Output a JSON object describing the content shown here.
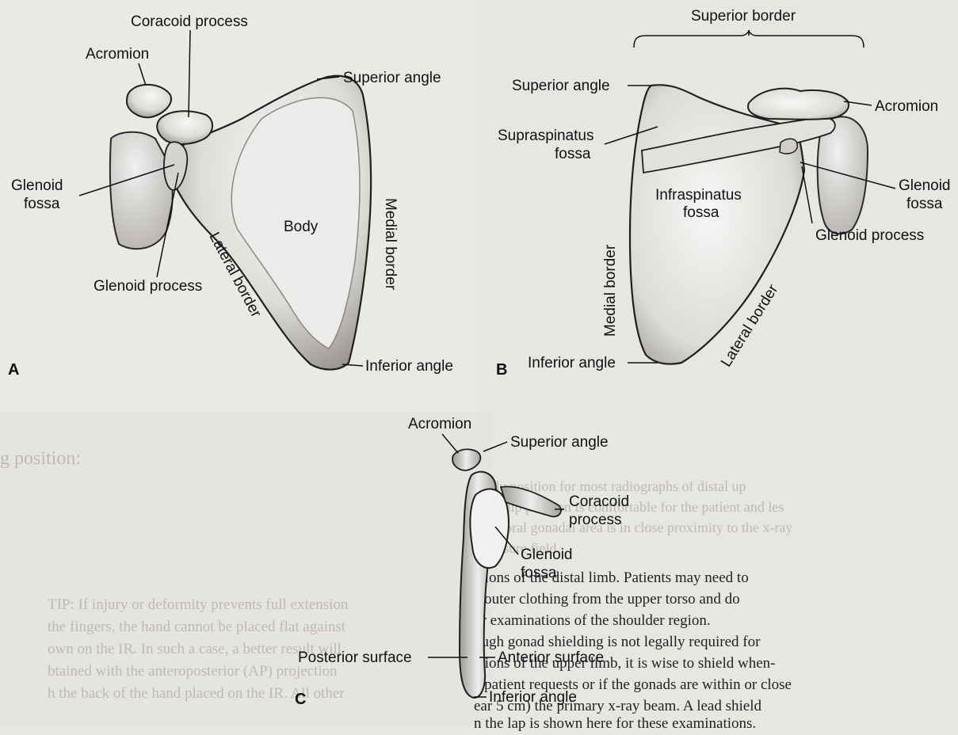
{
  "figure": {
    "panels": [
      "A",
      "B",
      "C"
    ],
    "labels_a": {
      "coracoid_process": "Coracoid process",
      "acromion": "Acromion",
      "superior_angle": "Superior angle",
      "glenoid_fossa_1": "Glenoid",
      "glenoid_fossa_2": "fossa",
      "body": "Body",
      "medial_border": "Medial border",
      "lateral_border": "Lateral border",
      "glenoid_process": "Glenoid process",
      "inferior_angle": "Inferior angle"
    },
    "labels_b": {
      "superior_border": "Superior border",
      "superior_angle": "Superior angle",
      "acromion": "Acromion",
      "supraspinatus_1": "Supraspinatus",
      "supraspinatus_2": "fossa",
      "infraspinatus_1": "Infraspinatus",
      "infraspinatus_2": "fossa",
      "glenoid_fossa_1": "Glenoid",
      "glenoid_fossa_2": "fossa",
      "glenoid_process": "Glenoid process",
      "medial_border": "Medial border",
      "lateral_border": "Lateral border",
      "inferior_angle": "Inferior angle"
    },
    "labels_c": {
      "acromion": "Acromion",
      "superior_angle": "Superior angle",
      "coracoid_1": "Coracoid",
      "coracoid_2": "process",
      "glenoid_1": "Glenoid",
      "glenoid_2": "fossa",
      "posterior_surface": "Posterior surface",
      "anterior_surface": "Anterior surface",
      "inferior_angle": "Inferior angle"
    }
  },
  "background_text": {
    "heading": "g position:",
    "caption_1": "Body position for most radiographs of distal up",
    "caption_2": "tand hip position is comfortable for the patient and les",
    "caption_3": "nfemoral gonadal area is in close proximity to the x-ray",
    "caption_4": "exposure field.",
    "body_lines": [
      "ations of the distal limb. Patients may need to",
      "e outer clothing from the upper torso and do",
      "or examinations of the shoulder region.",
      "ough gonad shielding is not legally required for",
      "ations of the upper limb, it is wise to shield when-",
      "e patient requests or if the gonads are within or close",
      "ear 5 cm) the primary x-ray beam. A lead shield",
      "n the lap is shown here for these examinations."
    ],
    "tip_1": "TIP:  If injury or deformity prevents full extension",
    "tip_2": "the fingers, the hand cannot be placed flat against",
    "tip_3": "own on the IR. In such a case, a better result will",
    "tip_4": "btained with the anteroposterior (AP) projection",
    "tip_5": "h the back of the hand placed on the IR. All other"
  }
}
